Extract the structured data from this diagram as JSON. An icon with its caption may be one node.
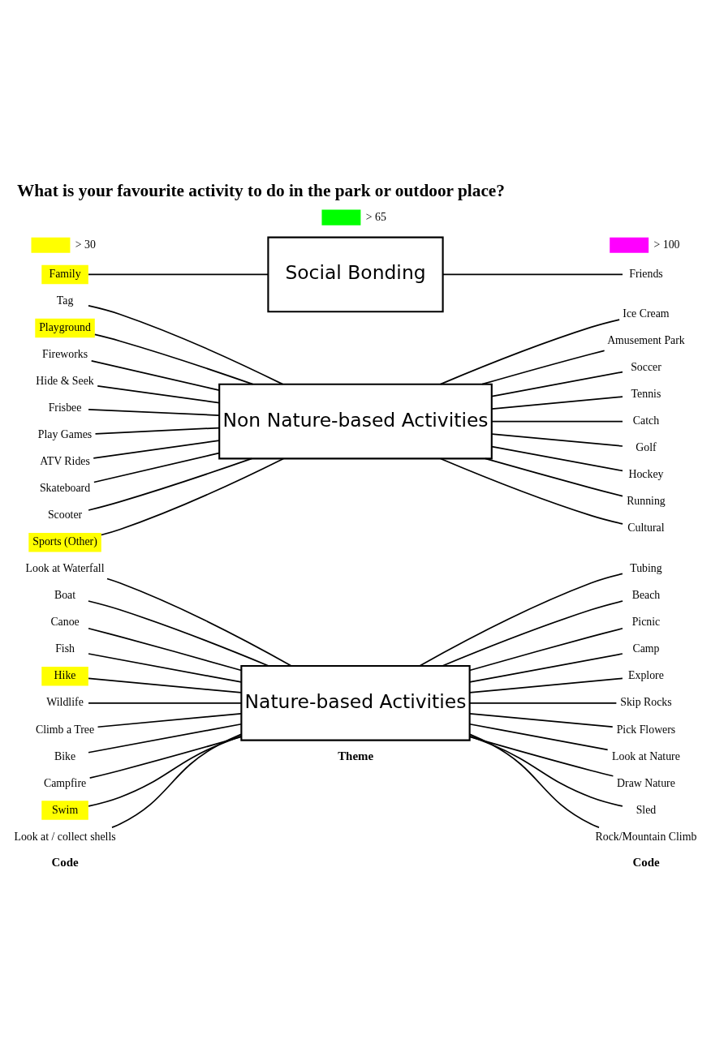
{
  "diagram": {
    "title": "What is your favourite activity to do in the park or outdoor place?",
    "nodes": [
      {
        "text": [
          "Nature-based Activities"
        ]
      },
      {
        "text": [
          "Look at Waterfall"
        ]
      },
      {
        "text": [
          "Boat"
        ]
      },
      {
        "text": [
          "Canoe"
        ]
      },
      {
        "text": [
          "Fish"
        ]
      },
      {
        "text": [
          "Hike"
        ]
      },
      {
        "text": [
          "Wildlife"
        ]
      },
      {
        "text": [
          "Climb a Tree"
        ]
      },
      {
        "text": [
          "Bike"
        ]
      },
      {
        "text": [
          "Campfire"
        ]
      },
      {
        "text": [
          "Swim"
        ]
      },
      {
        "text": [
          "Look at / collect shells"
        ]
      },
      {
        "text": [
          "Tubing"
        ]
      },
      {
        "text": [
          "Beach"
        ]
      },
      {
        "text": [
          "Picnic"
        ]
      },
      {
        "text": [
          "Camp"
        ]
      },
      {
        "text": [
          "Explore"
        ]
      },
      {
        "text": [
          "Skip Rocks"
        ]
      },
      {
        "text": [
          "Pick Flowers"
        ]
      },
      {
        "text": [
          "Look at Nature"
        ]
      },
      {
        "text": [
          "Draw Nature"
        ]
      },
      {
        "text": [
          "Sled"
        ]
      },
      {
        "text": [
          "Rock/Mountain Climb"
        ]
      },
      {
        "text": [
          "Non Nature-based Activities"
        ]
      },
      {
        "text": [
          "Tag"
        ]
      },
      {
        "text": [
          "Playground"
        ]
      },
      {
        "text": [
          "Fireworks"
        ]
      },
      {
        "text": [
          "Hide & Seek"
        ]
      },
      {
        "text": [
          "Frisbee"
        ]
      },
      {
        "text": [
          "Play Games"
        ]
      },
      {
        "text": [
          "ATV Rides"
        ]
      },
      {
        "text": [
          "Skateboard"
        ]
      },
      {
        "text": [
          "Scooter"
        ]
      },
      {
        "text": [
          "Sports (Other)"
        ]
      },
      {
        "text": [
          "Ice Cream"
        ]
      },
      {
        "text": [
          "Amusement Park"
        ]
      },
      {
        "text": [
          "Soccer"
        ]
      },
      {
        "text": [
          "Tennis"
        ]
      },
      {
        "text": [
          "Catch"
        ]
      },
      {
        "text": [
          "Golf"
        ]
      },
      {
        "text": [
          "Hockey"
        ]
      },
      {
        "text": [
          "Running"
        ]
      },
      {
        "text": [
          "Cultural"
        ]
      },
      {
        "text": [
          "Social Bonding"
        ]
      },
      {
        "text": [
          "Family"
        ]
      },
      {
        "text": [
          "Friends"
        ]
      }
    ],
    "edges": [
      {
        "from": 1,
        "to": 0,
        "arrow": "none"
      },
      {
        "from": 2,
        "to": 0,
        "arrow": "none"
      },
      {
        "from": 3,
        "to": 0,
        "arrow": "none"
      },
      {
        "from": 4,
        "to": 0,
        "arrow": "none"
      },
      {
        "from": 5,
        "to": 0,
        "arrow": "none"
      },
      {
        "from": 6,
        "to": 0,
        "arrow": "none"
      },
      {
        "from": 7,
        "to": 0,
        "arrow": "none"
      },
      {
        "from": 8,
        "to": 0,
        "arrow": "none"
      },
      {
        "from": 9,
        "to": 0,
        "arrow": "none"
      },
      {
        "from": 10,
        "to": 0,
        "arrow": "none"
      },
      {
        "from": 11,
        "to": 0,
        "arrow": "none"
      },
      {
        "from": 0,
        "to": 12,
        "arrow": "none"
      },
      {
        "from": 0,
        "to": 13,
        "arrow": "none"
      },
      {
        "from": 0,
        "to": 14,
        "arrow": "none"
      },
      {
        "from": 0,
        "to": 15,
        "arrow": "none"
      },
      {
        "from": 0,
        "to": 16,
        "arrow": "none"
      },
      {
        "from": 0,
        "to": 17,
        "arrow": "none"
      },
      {
        "from": 0,
        "to": 18,
        "arrow": "none"
      },
      {
        "from": 0,
        "to": 19,
        "arrow": "none"
      },
      {
        "from": 0,
        "to": 20,
        "arrow": "none"
      },
      {
        "from": 0,
        "to": 21,
        "arrow": "none"
      },
      {
        "from": 0,
        "to": 22,
        "arrow": "none"
      },
      {
        "from": 24,
        "to": 23,
        "arrow": "none"
      },
      {
        "from": 25,
        "to": 23,
        "arrow": "none"
      },
      {
        "from": 26,
        "to": 23,
        "arrow": "none"
      },
      {
        "from": 27,
        "to": 23,
        "arrow": "none"
      },
      {
        "from": 28,
        "to": 23,
        "arrow": "none"
      },
      {
        "from": 29,
        "to": 23,
        "arrow": "none"
      },
      {
        "from": 30,
        "to": 23,
        "arrow": "none"
      },
      {
        "from": 31,
        "to": 23,
        "arrow": "none"
      },
      {
        "from": 32,
        "to": 23,
        "arrow": "none"
      },
      {
        "from": 33,
        "to": 23,
        "arrow": "none"
      },
      {
        "from": 23,
        "to": 34,
        "arrow": "none"
      },
      {
        "from": 23,
        "to": 35,
        "arrow": "none"
      },
      {
        "from": 23,
        "to": 36,
        "arrow": "none"
      },
      {
        "from": 23,
        "to": 37,
        "arrow": "none"
      },
      {
        "from": 23,
        "to": 38,
        "arrow": "none"
      },
      {
        "from": 23,
        "to": 39,
        "arrow": "none"
      },
      {
        "from": 23,
        "to": 40,
        "arrow": "none"
      },
      {
        "from": 23,
        "to": 41,
        "arrow": "none"
      },
      {
        "from": 23,
        "to": 42,
        "arrow": "none"
      },
      {
        "from": 44,
        "to": 43,
        "arrow": "none"
      },
      {
        "from": 43,
        "to": 45,
        "arrow": "none"
      }
    ],
    "labels": [
      "Code",
      "Theme",
      "Code"
    ],
    "legend": [
      {
        "text": "> 30",
        "color": "#ffff00"
      },
      {
        "text": "> 65",
        "color": "#00ff00"
      },
      {
        "text": "> 100",
        "color": "#ff00ff"
      }
    ]
  }
}
